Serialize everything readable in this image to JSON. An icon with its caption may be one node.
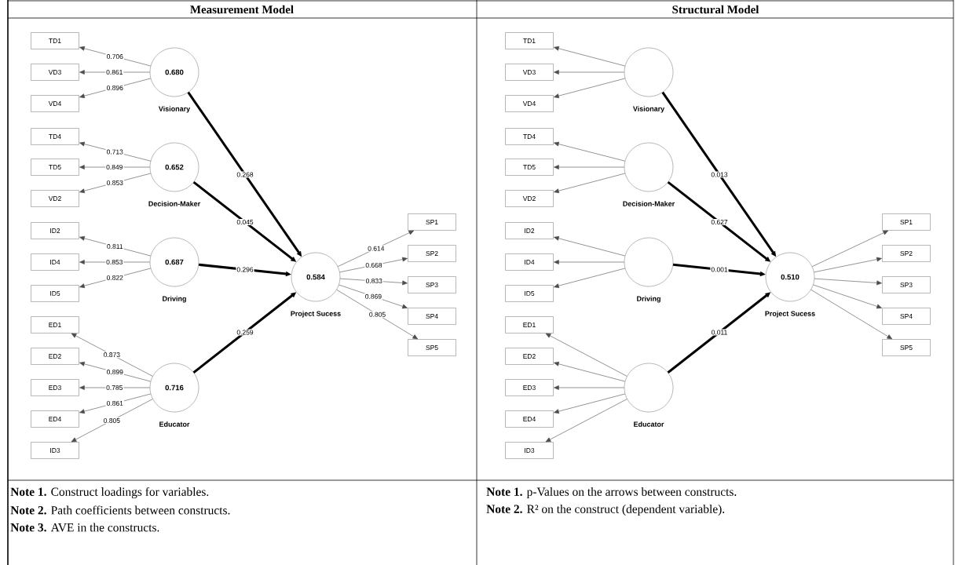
{
  "diagram": {
    "nodes": [
      {
        "text": [
          "TD1"
        ]
      },
      {
        "text": [
          "VD3"
        ]
      },
      {
        "text": [
          "VD4"
        ]
      },
      {
        "text": [
          "0.680"
        ],
        "beside": [
          "Visionary"
        ]
      },
      {
        "text": [
          "TD4"
        ]
      },
      {
        "text": [
          "TD5"
        ]
      },
      {
        "text": [
          "VD2"
        ]
      },
      {
        "text": [
          "0.652"
        ],
        "beside": [
          "Decision-Maker"
        ]
      },
      {
        "text": [
          "ID2"
        ]
      },
      {
        "text": [
          "ID4"
        ]
      },
      {
        "text": [
          "ID5"
        ]
      },
      {
        "text": [
          "0.687"
        ],
        "beside": [
          "Driving"
        ]
      },
      {
        "text": [
          "ED1"
        ]
      },
      {
        "text": [
          "ED2"
        ]
      },
      {
        "text": [
          "ED3"
        ]
      },
      {
        "text": [
          "ED4"
        ]
      },
      {
        "text": [
          "ID3"
        ]
      },
      {
        "text": [
          "0.716"
        ],
        "beside": [
          "Educator"
        ]
      },
      {
        "text": [
          "0.584"
        ],
        "beside": [
          "Project Sucess"
        ]
      },
      {
        "text": [
          "SP1"
        ]
      },
      {
        "text": [
          "SP2"
        ]
      },
      {
        "text": [
          "SP3"
        ]
      },
      {
        "text": [
          "SP4"
        ]
      },
      {
        "text": [
          "SP5"
        ]
      },
      {
        "text": [
          "TD1"
        ]
      },
      {
        "text": [
          "VD3"
        ]
      },
      {
        "text": [
          "VD4"
        ]
      },
      {
        "text": [],
        "shape": "circle",
        "beside": [
          "Visionary"
        ]
      },
      {
        "text": [
          "TD4"
        ]
      },
      {
        "text": [
          "TD5"
        ]
      },
      {
        "text": [
          "VD2"
        ]
      },
      {
        "text": [],
        "shape": "circle",
        "beside": [
          "Decision-Maker"
        ]
      },
      {
        "text": [
          "ID2"
        ]
      },
      {
        "text": [
          "ID4"
        ]
      },
      {
        "text": [
          "ID5"
        ]
      },
      {
        "text": [],
        "shape": "circle",
        "beside": [
          "Driving"
        ]
      },
      {
        "text": [
          "ED1"
        ]
      },
      {
        "text": [
          "ED2"
        ]
      },
      {
        "text": [
          "ED3"
        ]
      },
      {
        "text": [
          "ED4"
        ]
      },
      {
        "text": [
          "ID3"
        ]
      },
      {
        "text": [],
        "shape": "circle",
        "beside": [
          "Educator"
        ]
      },
      {
        "text": [
          "0.510"
        ],
        "beside": [
          "Project Sucess"
        ]
      },
      {
        "text": [
          "SP1"
        ]
      },
      {
        "text": [
          "SP2"
        ]
      },
      {
        "text": [
          "SP3"
        ]
      },
      {
        "text": [
          "SP4"
        ]
      },
      {
        "text": [
          "SP5"
        ]
      }
    ],
    "edges": [
      {
        "from": 3,
        "to": 0,
        "arrow": "to",
        "label": "0.706"
      },
      {
        "from": 3,
        "to": 1,
        "arrow": "to",
        "label": "0.861"
      },
      {
        "from": 3,
        "to": 2,
        "arrow": "to",
        "label": "0.896"
      },
      {
        "from": 7,
        "to": 4,
        "arrow": "to",
        "label": "0.713"
      },
      {
        "from": 7,
        "to": 5,
        "arrow": "to",
        "label": "0.849"
      },
      {
        "from": 7,
        "to": 6,
        "arrow": "to",
        "label": "0.853"
      },
      {
        "from": 11,
        "to": 8,
        "arrow": "to",
        "label": "0.811"
      },
      {
        "from": 11,
        "to": 9,
        "arrow": "to",
        "label": "0.853"
      },
      {
        "from": 11,
        "to": 10,
        "arrow": "to",
        "label": "0.822"
      },
      {
        "from": 17,
        "to": 12,
        "arrow": "to",
        "label": "0.873"
      },
      {
        "from": 17,
        "to": 13,
        "arrow": "to",
        "label": "0.899"
      },
      {
        "from": 17,
        "to": 14,
        "arrow": "to",
        "label": "0.785"
      },
      {
        "from": 17,
        "to": 15,
        "arrow": "to",
        "label": "0.861"
      },
      {
        "from": 17,
        "to": 16,
        "arrow": "to",
        "label": "0.805"
      },
      {
        "from": 3,
        "to": 18,
        "arrow": "to",
        "label": "0.268",
        "style": "thick"
      },
      {
        "from": 7,
        "to": 18,
        "arrow": "to",
        "label": "0.045",
        "style": "thick"
      },
      {
        "from": 11,
        "to": 18,
        "arrow": "to",
        "label": "0.296",
        "style": "thick"
      },
      {
        "from": 17,
        "to": 18,
        "arrow": "to",
        "label": "0.259",
        "style": "thick"
      },
      {
        "from": 18,
        "to": 19,
        "arrow": "to",
        "label": "0.614"
      },
      {
        "from": 18,
        "to": 20,
        "arrow": "to",
        "label": "0.668"
      },
      {
        "from": 18,
        "to": 21,
        "arrow": "to",
        "label": "0.833"
      },
      {
        "from": 18,
        "to": 22,
        "arrow": "to",
        "label": "0.869"
      },
      {
        "from": 18,
        "to": 23,
        "arrow": "to",
        "label": "0.805"
      },
      {
        "from": 27,
        "to": 24,
        "arrow": "to"
      },
      {
        "from": 27,
        "to": 25,
        "arrow": "to"
      },
      {
        "from": 27,
        "to": 26,
        "arrow": "to"
      },
      {
        "from": 31,
        "to": 28,
        "arrow": "to"
      },
      {
        "from": 31,
        "to": 29,
        "arrow": "to"
      },
      {
        "from": 31,
        "to": 30,
        "arrow": "to"
      },
      {
        "from": 35,
        "to": 32,
        "arrow": "to"
      },
      {
        "from": 35,
        "to": 33,
        "arrow": "to"
      },
      {
        "from": 35,
        "to": 34,
        "arrow": "to"
      },
      {
        "from": 41,
        "to": 36,
        "arrow": "to"
      },
      {
        "from": 41,
        "to": 37,
        "arrow": "to"
      },
      {
        "from": 41,
        "to": 38,
        "arrow": "to"
      },
      {
        "from": 41,
        "to": 39,
        "arrow": "to"
      },
      {
        "from": 41,
        "to": 40,
        "arrow": "to"
      },
      {
        "from": 27,
        "to": 42,
        "arrow": "to",
        "label": "0.013",
        "style": "thick"
      },
      {
        "from": 31,
        "to": 42,
        "arrow": "to",
        "label": "0.627",
        "style": "thick"
      },
      {
        "from": 35,
        "to": 42,
        "arrow": "to",
        "label": "0.001",
        "style": "thick"
      },
      {
        "from": 41,
        "to": 42,
        "arrow": "to",
        "label": "0.011",
        "style": "thick"
      },
      {
        "from": 42,
        "to": 43,
        "arrow": "to"
      },
      {
        "from": 42,
        "to": 44,
        "arrow": "to"
      },
      {
        "from": 42,
        "to": 45,
        "arrow": "to"
      },
      {
        "from": 42,
        "to": 46,
        "arrow": "to"
      },
      {
        "from": 42,
        "to": 47,
        "arrow": "to"
      }
    ],
    "labels": [
      "Measurement Model",
      "Structural Model",
      "**Note 1.** Construct loadings for variables.",
      "**Note 2.** Path coefficients between constructs.",
      "**Note 3.** AVE in the constructs.",
      "**Note 1.** p-Values on the arrows between constructs.",
      "**Note 2.** R² on the construct (dependent variable)."
    ]
  }
}
